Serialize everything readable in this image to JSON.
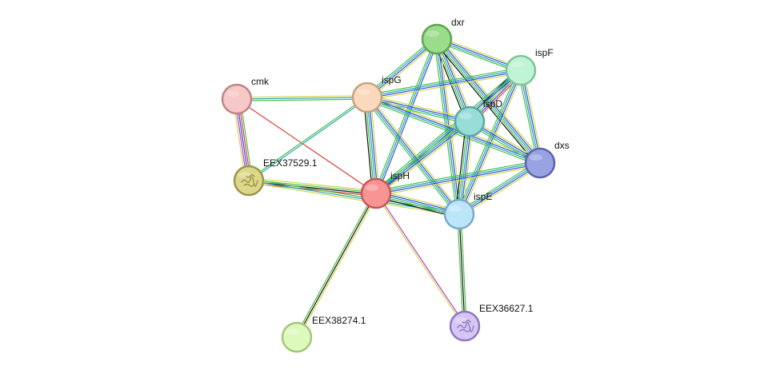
{
  "network": {
    "nodes": [
      {
        "id": "dxr",
        "label": "dxr",
        "fill": "#9bdc8b",
        "stroke": "#5fa452"
      },
      {
        "id": "ispF",
        "label": "ispF",
        "fill": "#bff5d4",
        "stroke": "#7fc39a"
      },
      {
        "id": "cmk",
        "label": "cmk",
        "fill": "#f6c8c8",
        "stroke": "#c08484"
      },
      {
        "id": "ispG",
        "label": "ispG",
        "fill": "#fad9bd",
        "stroke": "#c8a27e"
      },
      {
        "id": "ispD",
        "label": "ispD",
        "fill": "#99ddd8",
        "stroke": "#5aa8a2"
      },
      {
        "id": "dxs",
        "label": "dxs",
        "fill": "#98a3e3",
        "stroke": "#5a64ad"
      },
      {
        "id": "EEX37529.1",
        "label": "EEX37529.1",
        "fill": "#dcd78a",
        "stroke": "#9c9744",
        "structure": true
      },
      {
        "id": "ispH",
        "label": "ispH",
        "fill": "#fa9494",
        "stroke": "#c65656"
      },
      {
        "id": "ispE",
        "label": "ispE",
        "fill": "#bde5fa",
        "stroke": "#79aac5"
      },
      {
        "id": "EEX38274.1",
        "label": "EEX38274.1",
        "fill": "#def9bc",
        "stroke": "#a3c57e"
      },
      {
        "id": "EEX36627.1",
        "label": "EEX36627.1",
        "fill": "#d6c6f6",
        "stroke": "#9078bd",
        "structure": true
      }
    ],
    "edges": [
      {
        "source": "dxr",
        "target": "ispF",
        "colors": [
          "#d0d84a",
          "#3a4cd8",
          "#22a6b8",
          "#4cc04c"
        ]
      },
      {
        "source": "dxr",
        "target": "ispG",
        "colors": [
          "#d0d84a",
          "#3a4cd8",
          "#22a6b8",
          "#4cc04c"
        ]
      },
      {
        "source": "dxr",
        "target": "ispD",
        "colors": [
          "#d0d84a",
          "#3a4cd8",
          "#22a6b8",
          "#4cc04c",
          "#111111"
        ]
      },
      {
        "source": "dxr",
        "target": "dxs",
        "colors": [
          "#d0d84a",
          "#3a4cd8",
          "#22a6b8",
          "#4cc04c",
          "#111111"
        ]
      },
      {
        "source": "dxr",
        "target": "ispH",
        "colors": [
          "#3a4cd8",
          "#22a6b8",
          "#4cc04c"
        ]
      },
      {
        "source": "dxr",
        "target": "ispE",
        "colors": [
          "#d0d84a",
          "#3a4cd8",
          "#22a6b8",
          "#4cc04c"
        ]
      },
      {
        "source": "ispF",
        "target": "ispG",
        "colors": [
          "#d0d84a",
          "#3a4cd8",
          "#22a6b8",
          "#4cc04c"
        ]
      },
      {
        "source": "ispF",
        "target": "ispD",
        "colors": [
          "#e03c3c",
          "#3a4cd8",
          "#22a6b8",
          "#4cc04c",
          "#111111"
        ]
      },
      {
        "source": "ispF",
        "target": "dxs",
        "colors": [
          "#d0d84a",
          "#3a4cd8",
          "#22a6b8",
          "#4cc04c"
        ]
      },
      {
        "source": "ispF",
        "target": "ispH",
        "colors": [
          "#d0d84a",
          "#3a4cd8",
          "#22a6b8",
          "#4cc04c"
        ]
      },
      {
        "source": "ispF",
        "target": "ispE",
        "colors": [
          "#d0d84a",
          "#3a4cd8",
          "#22a6b8",
          "#4cc04c"
        ]
      },
      {
        "source": "cmk",
        "target": "ispG",
        "colors": [
          "#d0d84a",
          "#22a6b8",
          "#4cc04c"
        ]
      },
      {
        "source": "cmk",
        "target": "EEX37529.1",
        "colors": [
          "#4cc04c",
          "#e03c3c",
          "#3a4cd8",
          "#b040d0",
          "#d0d84a"
        ]
      },
      {
        "source": "cmk",
        "target": "ispH",
        "colors": [
          "#e03c3c"
        ]
      },
      {
        "source": "ispG",
        "target": "ispD",
        "colors": [
          "#d0d84a",
          "#3a4cd8",
          "#22a6b8",
          "#4cc04c"
        ]
      },
      {
        "source": "ispG",
        "target": "dxs",
        "colors": [
          "#d0d84a",
          "#3a4cd8",
          "#22a6b8",
          "#4cc04c"
        ]
      },
      {
        "source": "ispG",
        "target": "ispH",
        "colors": [
          "#d0d84a",
          "#3a4cd8",
          "#22a6b8",
          "#4cc04c",
          "#111111"
        ]
      },
      {
        "source": "ispG",
        "target": "ispE",
        "colors": [
          "#d0d84a",
          "#3a4cd8",
          "#22a6b8",
          "#4cc04c"
        ]
      },
      {
        "source": "ispG",
        "target": "EEX37529.1",
        "colors": [
          "#22a6b8",
          "#4cc04c"
        ]
      },
      {
        "source": "ispD",
        "target": "dxs",
        "colors": [
          "#d0d84a",
          "#3a4cd8",
          "#22a6b8",
          "#4cc04c"
        ]
      },
      {
        "source": "ispD",
        "target": "ispH",
        "colors": [
          "#d0d84a",
          "#3a4cd8",
          "#22a6b8",
          "#4cc04c"
        ]
      },
      {
        "source": "ispD",
        "target": "ispE",
        "colors": [
          "#d0d84a",
          "#3a4cd8",
          "#22a6b8",
          "#4cc04c",
          "#111111"
        ]
      },
      {
        "source": "dxs",
        "target": "ispH",
        "colors": [
          "#d0d84a",
          "#3a4cd8",
          "#22a6b8",
          "#4cc04c"
        ]
      },
      {
        "source": "dxs",
        "target": "ispE",
        "colors": [
          "#d0d84a",
          "#3a4cd8",
          "#22a6b8",
          "#4cc04c"
        ]
      },
      {
        "source": "EEX37529.1",
        "target": "ispH",
        "colors": [
          "#d0d84a",
          "#4cc04c",
          "#111111",
          "#e03c3c"
        ]
      },
      {
        "source": "EEX37529.1",
        "target": "ispE",
        "colors": [
          "#4cc04c",
          "#22a6b8",
          "#d0d84a"
        ]
      },
      {
        "source": "ispH",
        "target": "ispE",
        "colors": [
          "#d0d84a",
          "#3a4cd8",
          "#22a6b8",
          "#4cc04c",
          "#111111"
        ]
      },
      {
        "source": "ispH",
        "target": "EEX38274.1",
        "colors": [
          "#d0d84a",
          "#111111",
          "#4cc04c"
        ]
      },
      {
        "source": "ispH",
        "target": "EEX36627.1",
        "colors": [
          "#b040d0",
          "#d0d84a"
        ]
      },
      {
        "source": "ispE",
        "target": "EEX36627.1",
        "colors": [
          "#4cc04c",
          "#111111",
          "#4cc04c"
        ]
      }
    ]
  }
}
